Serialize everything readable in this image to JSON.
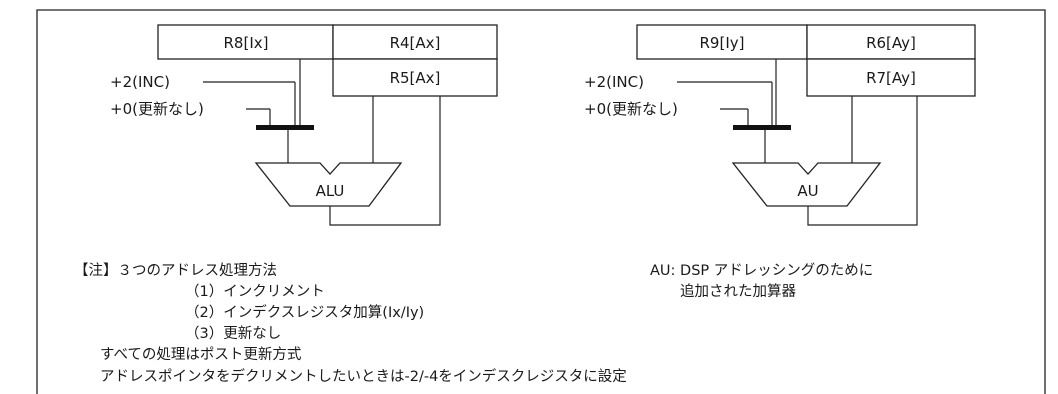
{
  "left": {
    "reg_top_left": "R8[Ix]",
    "reg_top_right": "R4[Ax]",
    "reg_bottom_right": "R5[Ax]",
    "input_inc": "+2(INC)",
    "input_zero": "+0(更新なし)",
    "unit": "ALU"
  },
  "right": {
    "reg_top_left": "R9[Iy]",
    "reg_top_right": "R6[Ay]",
    "reg_bottom_right": "R7[Ay]",
    "input_inc": "+2(INC)",
    "input_zero": "+0(更新なし)",
    "unit": "AU"
  },
  "notes": {
    "title": "【注】３つのアドレス処理方法",
    "item1": "（1）インクリメント",
    "item2": "（2）インデクスレジスタ加算(Ix/Iy)",
    "item3": "（3）更新なし",
    "line1": "すべての処理はポスト更新方式",
    "line2": "アドレスポインタをデクリメントしたいときは-2/-4をインデスクレジスタに設定"
  },
  "au_note": {
    "line1": "AU: DSP アドレッシングのために",
    "line2": "追加された加算器"
  }
}
